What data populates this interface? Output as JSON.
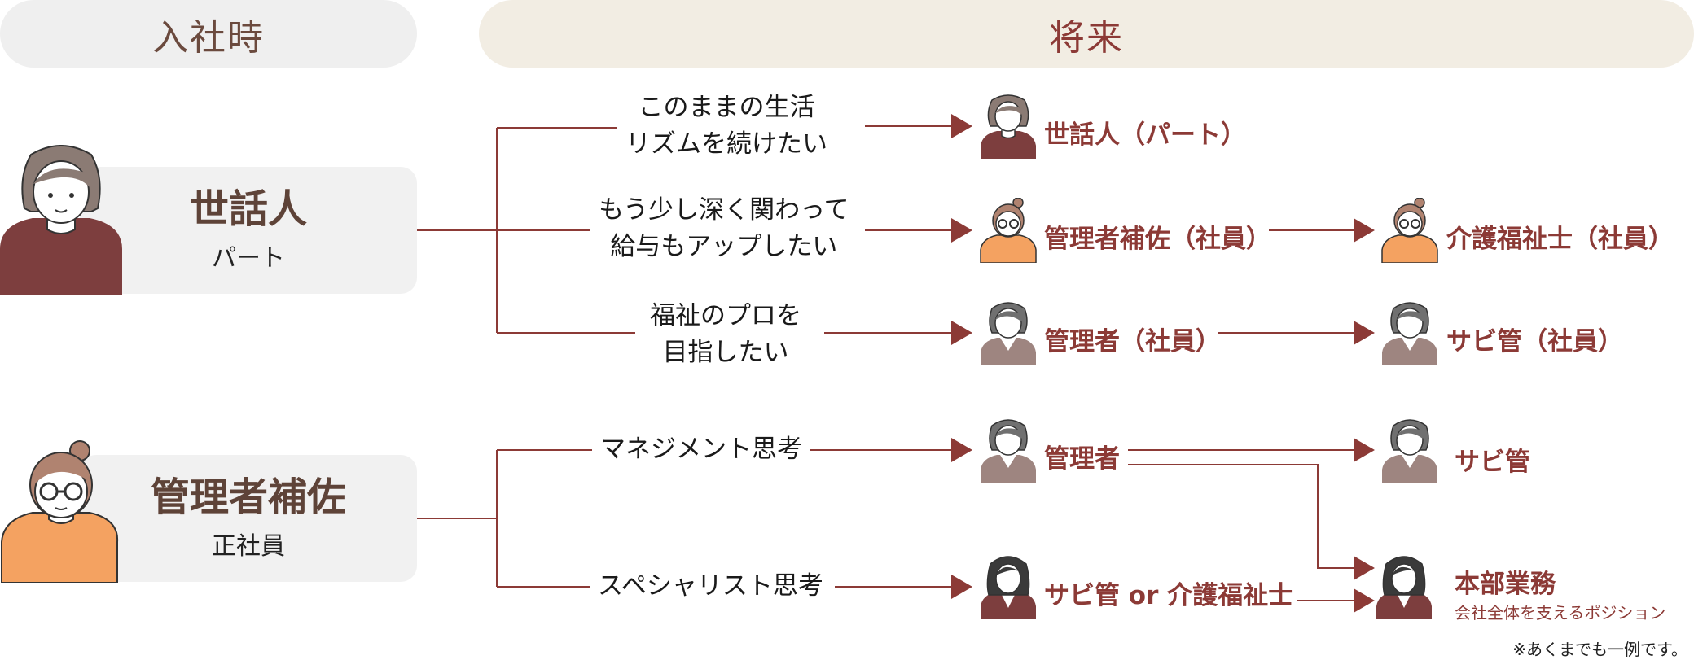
{
  "header": {
    "join_label": "入社時",
    "future_label": "将来"
  },
  "roles": [
    {
      "title": "世話人",
      "sub": "パート"
    },
    {
      "title": "管理者補佐",
      "sub": "正社員"
    }
  ],
  "conditions": {
    "c1": [
      "このままの生活",
      "リズムを続けたい"
    ],
    "c2": [
      "もう少し深く関わって",
      "給与もアップしたい"
    ],
    "c3": [
      "福祉のプロを",
      "目指したい"
    ],
    "c4": "マネジメント思考",
    "c5": "スペシャリスト思考"
  },
  "destinations": {
    "d1": "世話人（パート）",
    "d2": "管理者補佐（社員）",
    "d2b": "介護福祉士（社員）",
    "d3": "管理者（社員）",
    "d3b": "サビ管（社員）",
    "d4": "管理者",
    "d4b": "サビ管",
    "d5": "サビ管 or 介護福祉士",
    "d6": "本部業務",
    "d6_sub": "会社全体を支えるポジション"
  },
  "note": "※あくまでも一例です。",
  "colors": {
    "accent": "#8c3a36",
    "brown_text": "#5e4338",
    "orange_shirt": "#f4a261",
    "maroon_shirt": "#7d3e3e",
    "gray_shirt": "#9e8580"
  }
}
